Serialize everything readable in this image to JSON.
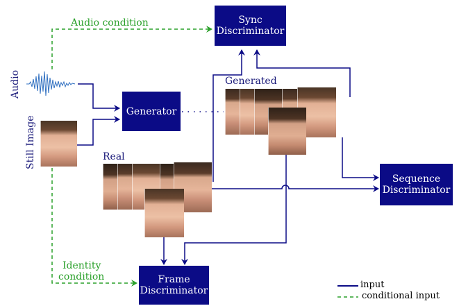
{
  "labels": {
    "audio_condition": "Audio condition",
    "audio": "Audio",
    "still_image": "Still Image",
    "generated": "Generated",
    "real": "Real",
    "identity_condition_line1": "Identity",
    "identity_condition_line2": "condition"
  },
  "boxes": {
    "sync_line1": "Sync",
    "sync_line2": "Discriminator",
    "generator": "Generator",
    "sequence_line1": "Sequence",
    "sequence_line2": "Discriminator",
    "frame_line1": "Frame",
    "frame_line2": "Discriminator"
  },
  "legend": {
    "input": "input",
    "conditional_input": "conditional input"
  },
  "colors": {
    "box": "#0b0b86",
    "input_line": "#0b0b86",
    "conditional_line": "#2aa02a"
  }
}
